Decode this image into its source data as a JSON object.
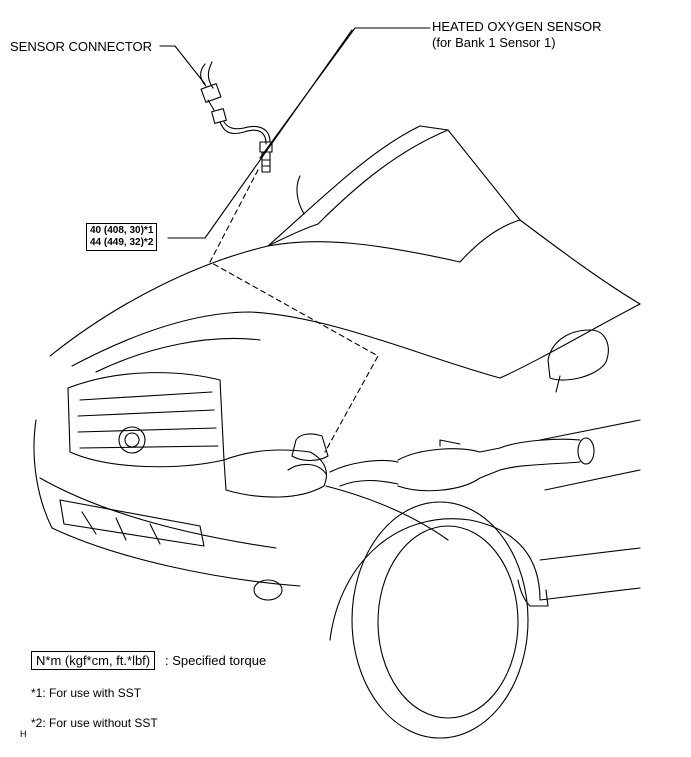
{
  "labels": {
    "sensor_connector": "SENSOR CONNECTOR",
    "heated_o2_line1": "HEATED OXYGEN SENSOR",
    "heated_o2_line2": "(for Bank 1 Sensor 1)"
  },
  "torque": {
    "line1": "40 (408, 30)*1",
    "line2": "44 (449, 32)*2"
  },
  "legend": {
    "unit": "N*m (kgf*cm, ft.*lbf)",
    "unit_desc": ": Specified torque",
    "note1": "*1: For use with SST",
    "note2": "*2: For use without SST",
    "corner_mark": "H"
  }
}
